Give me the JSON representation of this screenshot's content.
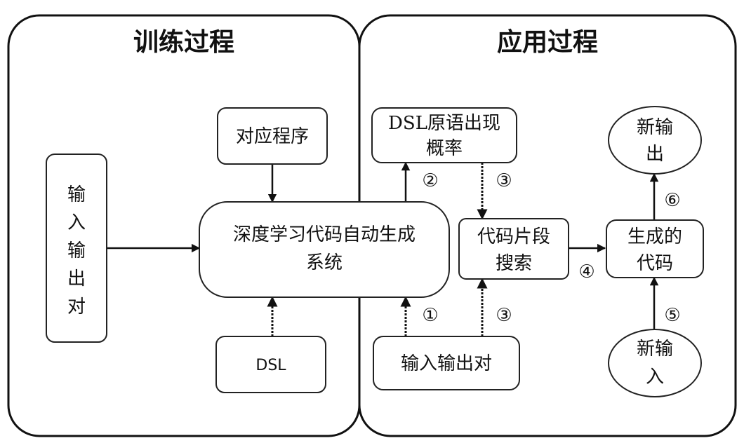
{
  "panels": {
    "training": {
      "title": "训练过程"
    },
    "application": {
      "title": "应用过程"
    }
  },
  "nodes": {
    "io_pairs": {
      "chars": [
        "输",
        "入",
        "输",
        "出",
        "对"
      ]
    },
    "program": {
      "label": "对应程序"
    },
    "dl_system": {
      "line1": "深度学习代码自动生成",
      "line2": "系统"
    },
    "dsl": {
      "label": "DSL"
    },
    "dsl_prob": {
      "line1": "DSL原语出现",
      "line2": "概率"
    },
    "code_search": {
      "line1": "代码片段",
      "line2": "搜索"
    },
    "io_pair_app": {
      "label": "输入输出对"
    },
    "gen_code": {
      "line1": "生成的",
      "line2": "代码"
    },
    "new_output": {
      "line1": "新输",
      "line2": "出"
    },
    "new_input": {
      "line1": "新输",
      "line2": "入"
    }
  },
  "steps": [
    "①",
    "②",
    "③",
    "③",
    "④",
    "⑤",
    "⑥"
  ]
}
